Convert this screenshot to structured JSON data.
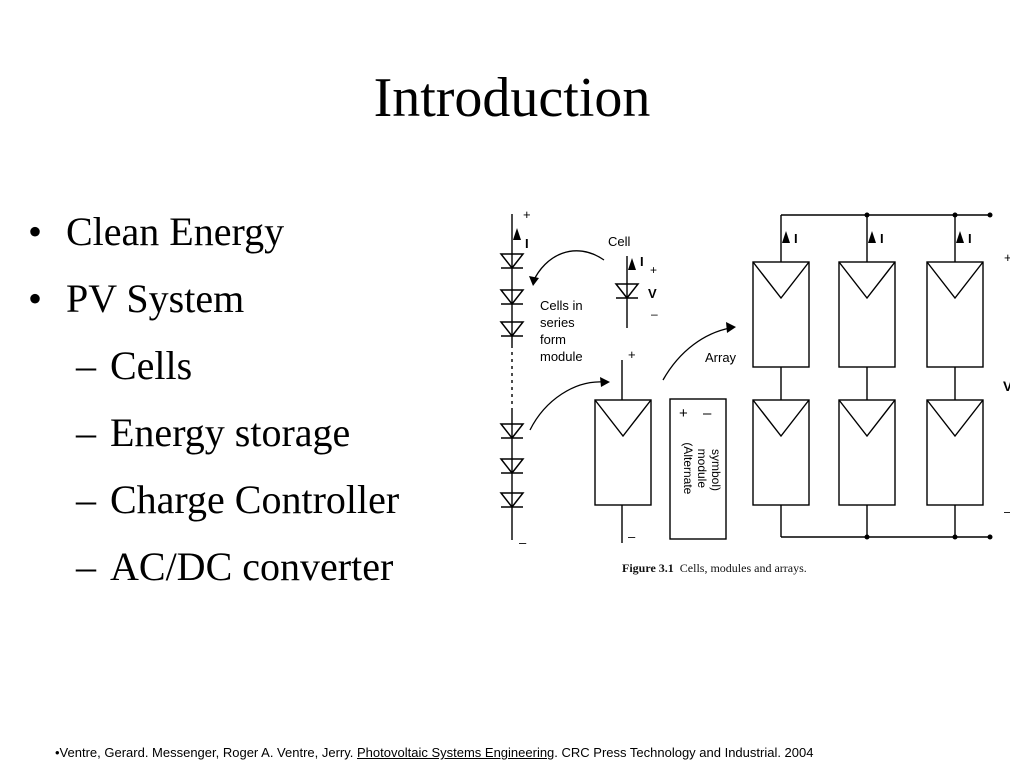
{
  "slide": {
    "title": "Introduction",
    "bullets": [
      {
        "marker": "•",
        "text": "Clean Energy",
        "level": 1
      },
      {
        "marker": "•",
        "text": "PV System",
        "level": 1
      },
      {
        "marker": "–",
        "text": "Cells",
        "level": 2
      },
      {
        "marker": "–",
        "text": "Energy storage",
        "level": 2
      },
      {
        "marker": "–",
        "text": "Charge Controller",
        "level": 2
      },
      {
        "marker": "–",
        "text": "AC/DC converter",
        "level": 2
      }
    ]
  },
  "figure": {
    "label_cell": "Cell",
    "label_cells_in_series": [
      "Cells in",
      "series",
      "form",
      "module"
    ],
    "label_array": "Array",
    "label_alternate": [
      "(Alternate",
      "module",
      "symbol)"
    ],
    "label_I": "I",
    "label_V": "V",
    "label_plus": "+",
    "label_minus": "–",
    "caption_number": "Figure 3.1",
    "caption_text": "Cells, modules and arrays."
  },
  "reference": {
    "prefix": "•Ventre, Gerard.  Messenger, Roger A.  Ventre, Jerry.  ",
    "book": "Photovoltaic Systems Engineering",
    "suffix": ".  CRC Press Technology and Industrial.  2004"
  }
}
